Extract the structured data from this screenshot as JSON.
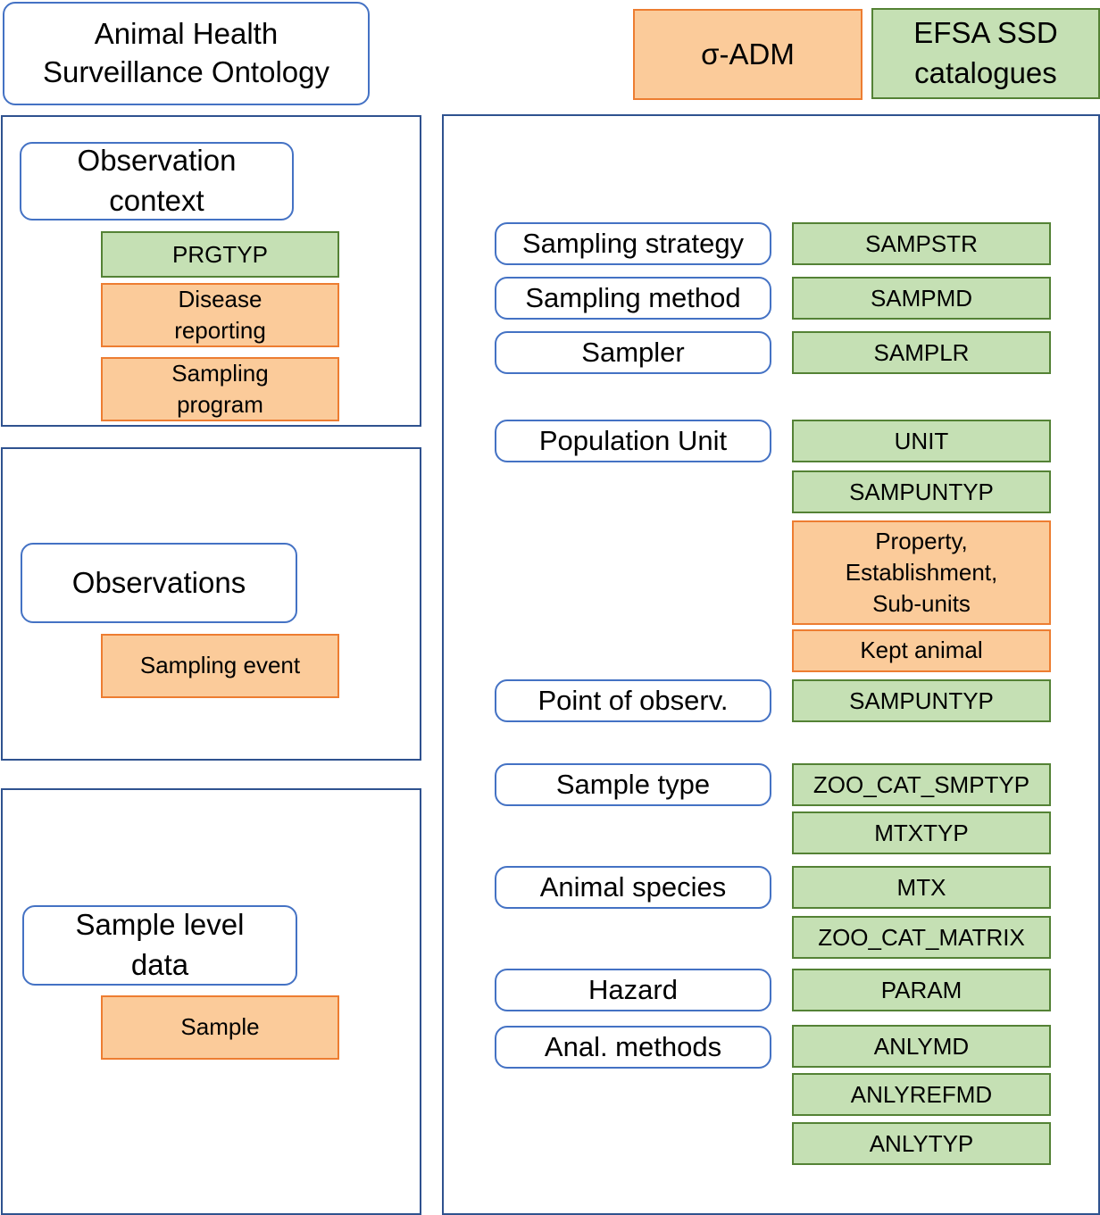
{
  "header": {
    "ontology_title": "Animal Health\nSurveillance Ontology",
    "legend": [
      {
        "label": "σ-ADM",
        "color": "#fbcb9a",
        "kind": "sigma-adm"
      },
      {
        "label": "EFSA SSD\ncatalogues",
        "color": "#c5e0b4",
        "kind": "efsa-ssd"
      }
    ]
  },
  "left_panels": [
    {
      "concept": "Observation\ncontext",
      "items": [
        {
          "label": "PRGTYP",
          "source": "efsa"
        },
        {
          "label": "Disease\nreporting",
          "source": "sigma"
        },
        {
          "label": "Sampling\nprogram",
          "source": "sigma"
        }
      ]
    },
    {
      "concept": "Observations",
      "items": [
        {
          "label": "Sampling event",
          "source": "sigma"
        }
      ]
    },
    {
      "concept": "Sample level\ndata",
      "items": [
        {
          "label": "Sample",
          "source": "sigma"
        }
      ]
    }
  ],
  "right_panel": {
    "concepts": [
      "Sampling strategy",
      "Sampling method",
      "Sampler",
      "Population Unit",
      "Point of observ.",
      "Sample type",
      "Animal species",
      "Hazard",
      "Anal. methods"
    ],
    "items": [
      {
        "label": "SAMPSTR",
        "source": "efsa"
      },
      {
        "label": "SAMPMD",
        "source": "efsa"
      },
      {
        "label": "SAMPLR",
        "source": "efsa"
      },
      {
        "label": "UNIT",
        "source": "efsa"
      },
      {
        "label": "SAMPUNTYP",
        "source": "efsa"
      },
      {
        "label": "Property,\nEstablishment,\nSub-units",
        "source": "sigma"
      },
      {
        "label": "Kept animal",
        "source": "sigma"
      },
      {
        "label": "SAMPUNTYP",
        "source": "efsa"
      },
      {
        "label": "ZOO_CAT_SMPTYP",
        "source": "efsa"
      },
      {
        "label": "MTXTYP",
        "source": "efsa"
      },
      {
        "label": "MTX",
        "source": "efsa"
      },
      {
        "label": "ZOO_CAT_MATRIX",
        "source": "efsa"
      },
      {
        "label": "PARAM",
        "source": "efsa"
      },
      {
        "label": "ANLYMD",
        "source": "efsa"
      },
      {
        "label": "ANLYREFMD",
        "source": "efsa"
      },
      {
        "label": "ANLYTYP",
        "source": "efsa"
      }
    ]
  },
  "colors": {
    "sigma_fill": "#fbcb9a",
    "sigma_border": "#ed7d31",
    "efsa_fill": "#c5e0b4",
    "efsa_border": "#548235",
    "concept_border": "#4472c4",
    "panel_border": "#2f528f"
  }
}
